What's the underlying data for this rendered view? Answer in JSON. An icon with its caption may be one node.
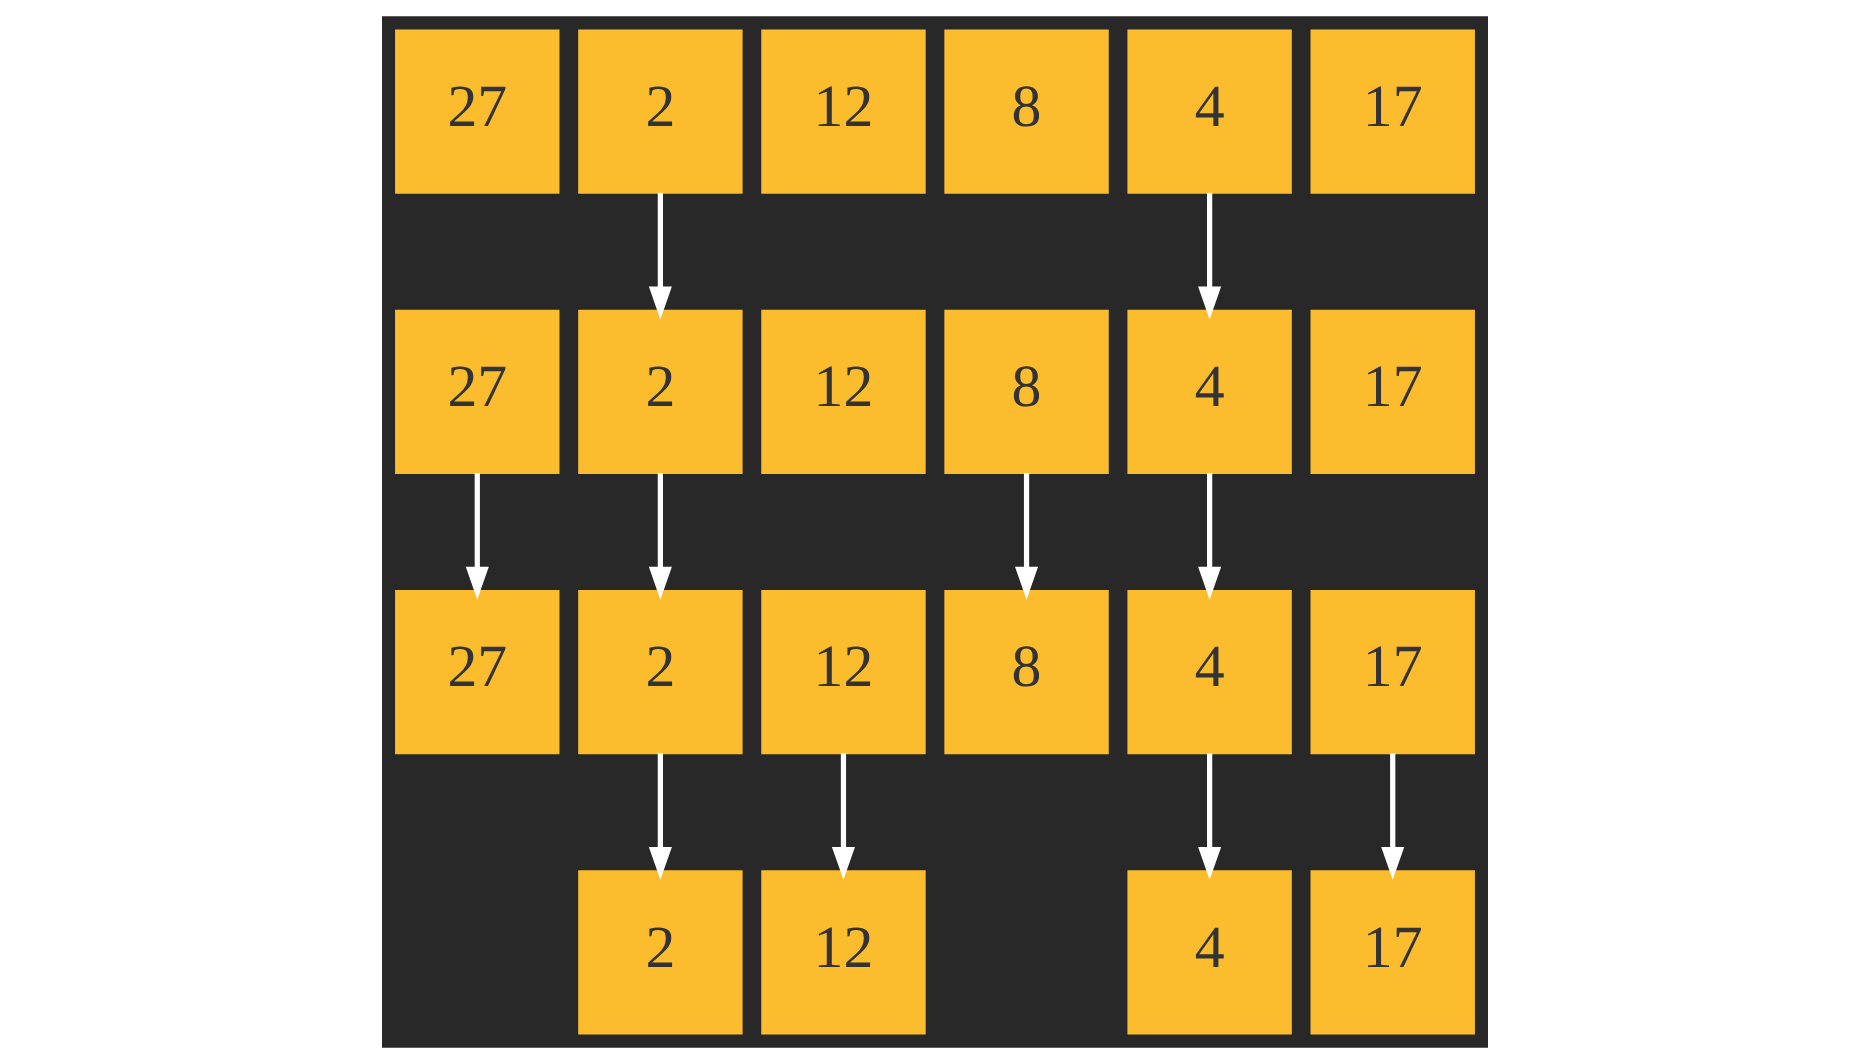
{
  "diagram": {
    "nodes": [
      {
        "text": [
          "27"
        ]
      },
      {
        "text": [
          "2"
        ]
      },
      {
        "text": [
          "12"
        ]
      },
      {
        "text": [
          "8"
        ]
      },
      {
        "text": [
          "4"
        ]
      },
      {
        "text": [
          "17"
        ]
      },
      {
        "text": [
          "27"
        ]
      },
      {
        "text": [
          "2"
        ]
      },
      {
        "text": [
          "12"
        ]
      },
      {
        "text": [
          "8"
        ]
      },
      {
        "text": [
          "4"
        ]
      },
      {
        "text": [
          "17"
        ]
      },
      {
        "text": [
          "27"
        ]
      },
      {
        "text": [
          "2"
        ]
      },
      {
        "text": [
          "12"
        ]
      },
      {
        "text": [
          "8"
        ]
      },
      {
        "text": [
          "4"
        ]
      },
      {
        "text": [
          "17"
        ]
      },
      {
        "text": [
          "2"
        ]
      },
      {
        "text": [
          "12"
        ]
      },
      {
        "text": [
          "4"
        ]
      },
      {
        "text": [
          "17"
        ]
      }
    ],
    "edges": [
      {
        "from": 1,
        "to": 7,
        "arrow": "to"
      },
      {
        "from": 4,
        "to": 10,
        "arrow": "to"
      },
      {
        "from": 6,
        "to": 12,
        "arrow": "to"
      },
      {
        "from": 7,
        "to": 13,
        "arrow": "to"
      },
      {
        "from": 9,
        "to": 15,
        "arrow": "to"
      },
      {
        "from": 10,
        "to": 16,
        "arrow": "to"
      },
      {
        "from": 13,
        "to": 18,
        "arrow": "to"
      },
      {
        "from": 14,
        "to": 19,
        "arrow": "to"
      },
      {
        "from": 16,
        "to": 20,
        "arrow": "to"
      },
      {
        "from": 17,
        "to": 21,
        "arrow": "to"
      }
    ]
  }
}
